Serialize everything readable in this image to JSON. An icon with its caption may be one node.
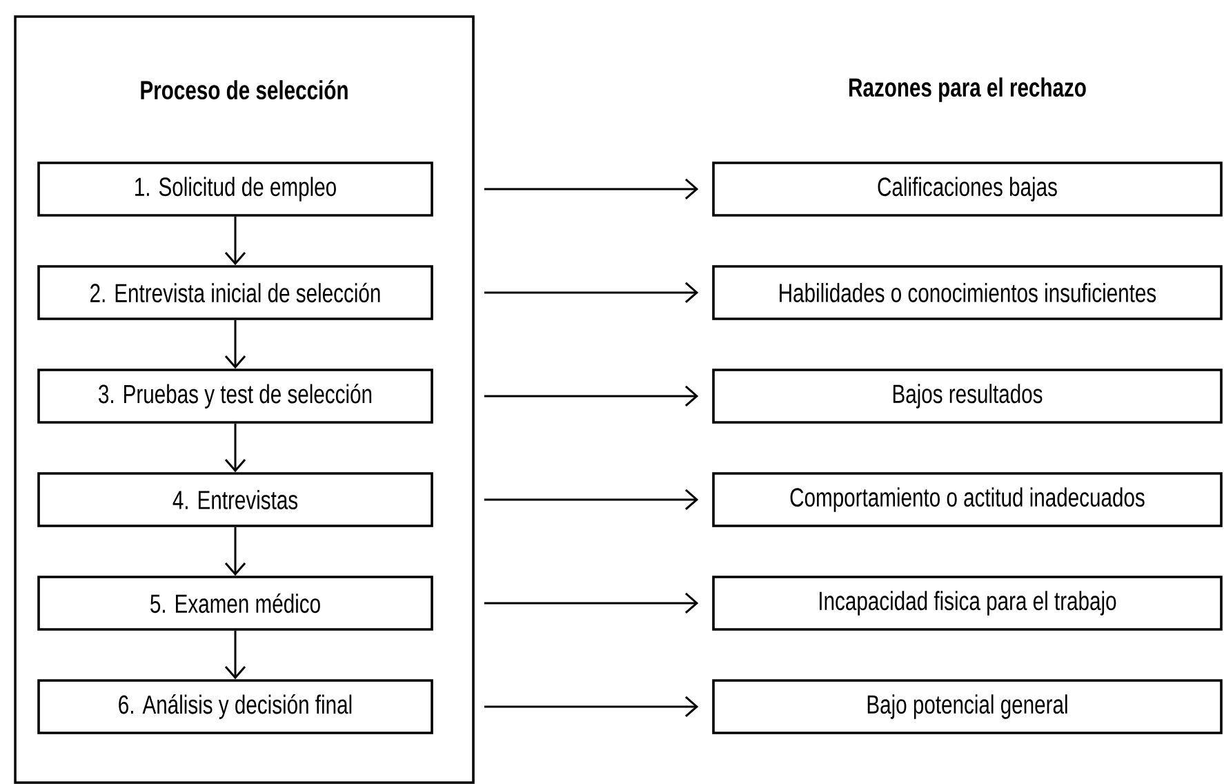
{
  "diagram": {
    "nodes": [
      {
        "text": [
          "Proceso de selección"
        ]
      },
      {
        "text": [
          "1. Solicitud de empleo"
        ],
        "in": 0
      },
      {
        "text": [
          "2. Entrevista inicial de selección"
        ],
        "in": 0
      },
      {
        "text": [
          "3. Pruebas y test de selección"
        ],
        "in": 0
      },
      {
        "text": [
          "4. Entrevistas"
        ],
        "in": 0
      },
      {
        "text": [
          "5.  Examen médico"
        ],
        "in": 0
      },
      {
        "text": [
          "6.  Análisis y decisión final"
        ],
        "in": 0
      },
      {
        "text": [
          "Calificaciones bajas"
        ]
      },
      {
        "text": [
          "Habilidades o conocimientos insuficientes"
        ]
      },
      {
        "text": [
          "Bajos resultados"
        ]
      },
      {
        "text": [
          "Comportamiento o actitud inadecuados"
        ]
      },
      {
        "text": [
          "Incapacidad fisica para el trabajo"
        ]
      },
      {
        "text": [
          "Bajo potencial general"
        ]
      }
    ],
    "edges": [
      {
        "from": 1,
        "to": 2,
        "arrow": "to"
      },
      {
        "from": 2,
        "to": 3,
        "arrow": "to"
      },
      {
        "from": 3,
        "to": 4,
        "arrow": "to"
      },
      {
        "from": 4,
        "to": 5,
        "arrow": "to"
      },
      {
        "from": 5,
        "to": 6,
        "arrow": "to"
      },
      {
        "from": 1,
        "to": 7,
        "arrow": "to"
      },
      {
        "from": 2,
        "to": 8,
        "arrow": "to"
      },
      {
        "from": 3,
        "to": 9,
        "arrow": "to"
      },
      {
        "from": 4,
        "to": 10,
        "arrow": "to"
      },
      {
        "from": 5,
        "to": 11,
        "arrow": "to"
      },
      {
        "from": 6,
        "to": 12,
        "arrow": "to"
      }
    ],
    "labels": [
      "Razones para el rechazo"
    ]
  }
}
